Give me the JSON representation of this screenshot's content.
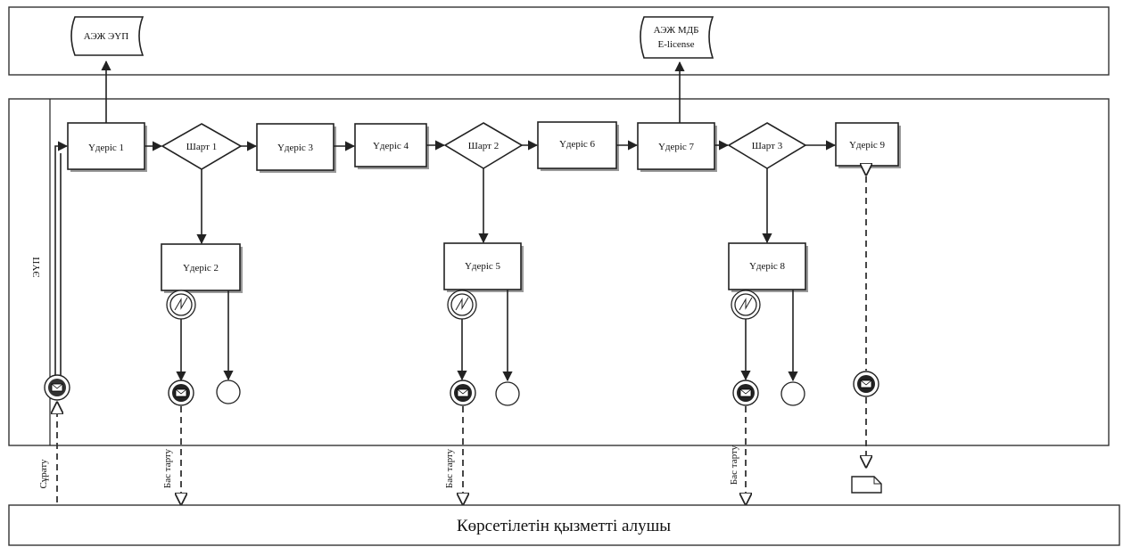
{
  "systems": {
    "gbdb": "АЭЖ ЭҮП",
    "mdb_line1": "АЭЖ МДБ",
    "mdb_line2": "E-license"
  },
  "lane": {
    "label": "ЭҮП"
  },
  "steps": {
    "s1": "Үдеріс 1",
    "s2": "Үдеріс 2",
    "s3": "Үдеріс 3",
    "s4": "Үдеріс 4",
    "s5": "Үдеріс 5",
    "s6": "Үдеріс 6",
    "s7": "Үдеріс 7",
    "s8": "Үдеріс 8",
    "s9": "Үдеріс 9"
  },
  "conditions": {
    "c1": "Шарт 1",
    "c2": "Шарт 2",
    "c3": "Шарт 3"
  },
  "connectors": {
    "request": "Сұрату",
    "refusal": "Бас тарту"
  },
  "recipient": {
    "label": "Көрсетілетін қызметті алушы"
  }
}
